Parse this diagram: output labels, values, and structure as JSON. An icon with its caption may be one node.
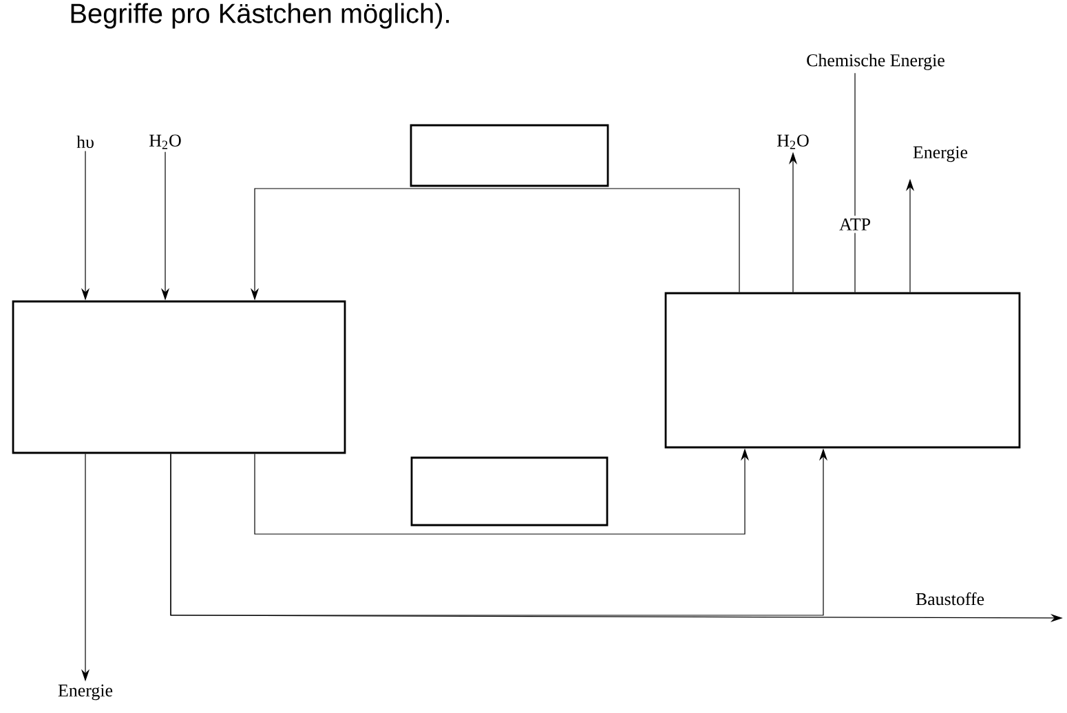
{
  "diagram": {
    "nodes": [
      {
        "text": [
          "hυ"
        ]
      },
      {
        "text": [
          "H$_{2}$O"
        ]
      },
      {
        "text": [],
        "shape": "box"
      },
      {
        "text": [],
        "shape": "box"
      },
      {
        "text": [],
        "shape": "box"
      },
      {
        "text": [],
        "shape": "box"
      },
      {
        "text": [
          "H$_{2}$O"
        ]
      },
      {
        "text": [
          "Energie"
        ]
      },
      {
        "text": [
          "Chemische Energie"
        ]
      },
      {
        "text": [
          "Energie"
        ]
      }
    ],
    "edges": [
      {
        "from": 0,
        "to": 2,
        "arrow": "to"
      },
      {
        "from": 1,
        "to": 2,
        "arrow": "to"
      },
      {
        "from": 5,
        "to": 2,
        "arrow": "to"
      },
      {
        "from": 2,
        "to": 5,
        "arrow": "to"
      },
      {
        "from": 2,
        "to": 5,
        "arrow": "to"
      },
      {
        "from": 2,
        "to": null,
        "arrow": "to",
        "label": "Baustoffe"
      },
      {
        "from": 2,
        "to": 9,
        "arrow": "to"
      },
      {
        "from": 5,
        "to": 6,
        "arrow": "to"
      },
      {
        "from": 5,
        "to": 7,
        "arrow": "to"
      },
      {
        "from": 5,
        "to": 8,
        "arrow": "none",
        "label": "ATP"
      }
    ],
    "labels": [
      "Begriffe pro Kästchen möglich)."
    ]
  }
}
